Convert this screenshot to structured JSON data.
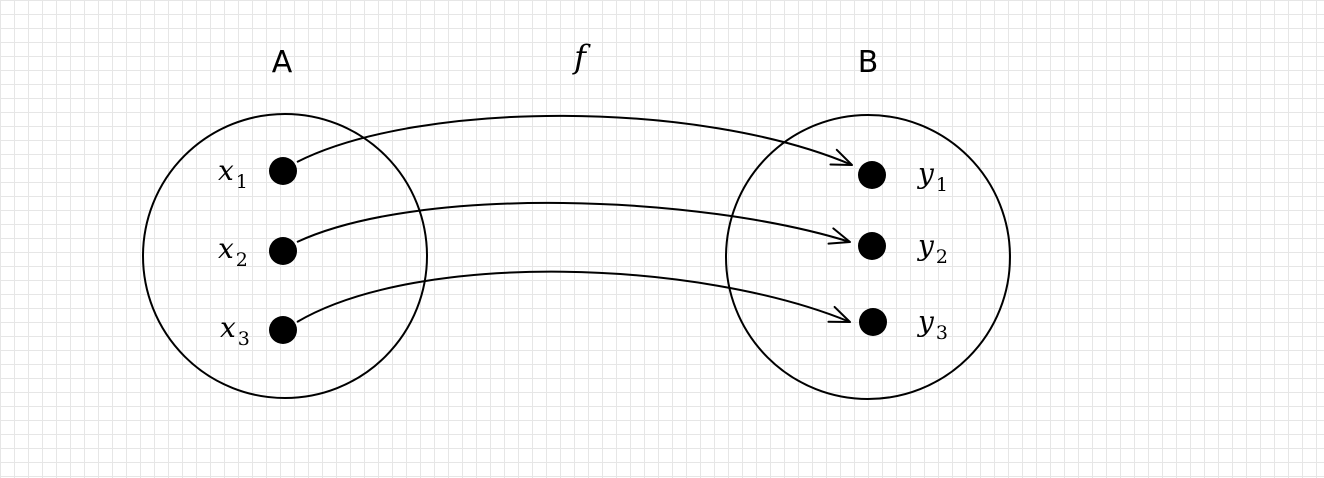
{
  "diagram": {
    "title_function": "f",
    "domain": {
      "label": "A",
      "elements": [
        {
          "base": "x",
          "sub": "1"
        },
        {
          "base": "x",
          "sub": "2"
        },
        {
          "base": "x",
          "sub": "3"
        }
      ]
    },
    "codomain": {
      "label": "B",
      "elements": [
        {
          "base": "y",
          "sub": "1"
        },
        {
          "base": "y",
          "sub": "2"
        },
        {
          "base": "y",
          "sub": "3"
        }
      ]
    },
    "mappings": [
      {
        "from": 0,
        "to": 0
      },
      {
        "from": 1,
        "to": 1
      },
      {
        "from": 2,
        "to": 2
      }
    ],
    "colors": {
      "stroke": "#000000",
      "grid": "#e6e6e6",
      "background": "#ffffff"
    }
  }
}
